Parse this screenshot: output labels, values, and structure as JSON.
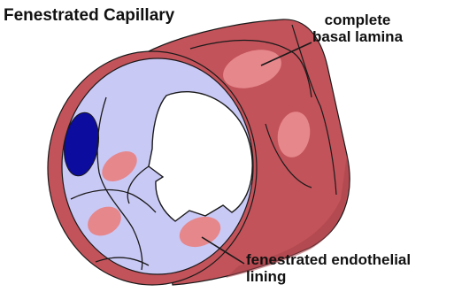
{
  "title": "Fenestrated Capillary",
  "labels": {
    "basal_lamina": [
      "complete",
      "basal lamina"
    ],
    "endothelial": [
      "fenestrated endothelial",
      "lining"
    ]
  },
  "colors": {
    "outer_wall": "#c2535a",
    "outer_wall_dark": "#a9434b",
    "endothelium": "#c9c9f6",
    "nucleus": "#0c0c9e",
    "pink_patch": "#e6878c",
    "lumen": "#ffffff",
    "outline": "#1a1a1a"
  }
}
